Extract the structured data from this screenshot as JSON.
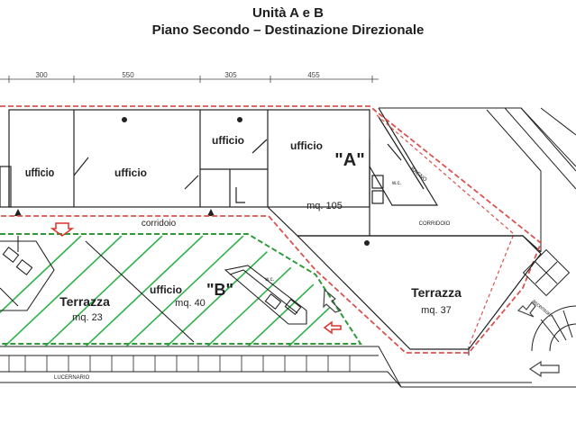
{
  "title": "Unità A e B",
  "subtitle": "Piano Secondo – Destinazione Direzionale",
  "dimensions": [
    "300",
    "550",
    "305",
    "455"
  ],
  "rooms": {
    "ufficio": "ufficio",
    "corridoio": "corridoio",
    "corridoio_small": "CORRIDOIO",
    "bagno": "BAGNO",
    "wc": "w.c.",
    "ascensore": "ascensore",
    "lucernario": "LUCERNARIO"
  },
  "units": {
    "a": {
      "label": "\"A\"",
      "area": "mq. 105"
    },
    "b": {
      "label": "\"B\"",
      "area": "mq. 40"
    }
  },
  "terraces": [
    {
      "label": "Terrazza",
      "area": "mq. 23"
    },
    {
      "label": "Terrazza",
      "area": "mq. 37"
    }
  ],
  "colors": {
    "unit_a_border": "#d9534f",
    "unit_b_border": "#2e9a3a",
    "hatch": "#2fb24a",
    "ink": "#222222",
    "arrow_red": "#e0302a"
  }
}
